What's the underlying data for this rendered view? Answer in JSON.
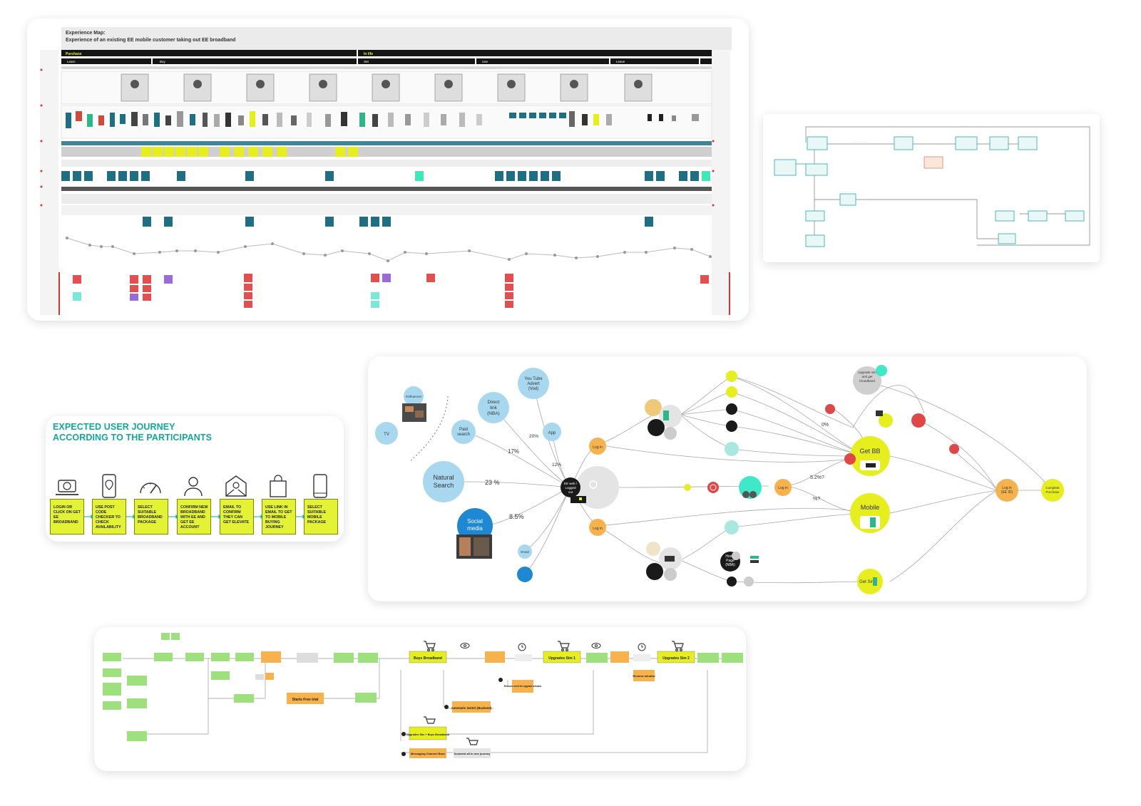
{
  "experience_map": {
    "title": "Experience Map:",
    "subtitle": "Experience of an existing EE mobile customer taking out EE broadband",
    "stage_purchase": "Purchase",
    "stage_in_life": "In life",
    "phases": [
      "Learn",
      "Buy",
      "Set",
      "Use",
      "Leave"
    ]
  },
  "journey_card": {
    "title_line1": "EXPECTED USER JOURNEY",
    "title_line2": "ACCORDING TO THE PARTICIPANTS",
    "steps": [
      {
        "label": "LOGIN OR CLICK ON GET EE BROADBAND",
        "icon": "laptop-icon"
      },
      {
        "label": "USE POST CODE CHECKER TO CHECK AVAILABILITY",
        "icon": "location-phone-icon"
      },
      {
        "label": "SELECT SUITABLE BROADBAND PACKAGE",
        "icon": "speedometer-icon"
      },
      {
        "label": "CONFIRM NEW BROADBAND WITH EE AND GET EE ACCOUNT",
        "icon": "user-icon"
      },
      {
        "label": "EMAIL TO CONFIRM THEY CAN GET ELEVATE",
        "icon": "email-icon"
      },
      {
        "label": "USE LINK IN EMAIL TO GET TO MOBILE BUYING JOURNEY",
        "icon": "shopping-bag-icon"
      },
      {
        "label": "SELECT SUITABLE MOBILE PACKAGE",
        "icon": "mobile-icon"
      }
    ]
  },
  "bubble_map": {
    "nodes": {
      "tv": "TV",
      "paid_search": "Paid search",
      "direct_link": "Direct link (NBA)",
      "youtube_advert": "You Tube Advert (Vod)",
      "app": "App",
      "natural_search": "Natural Search",
      "social_media": "Social media",
      "email": "Email",
      "ee_web": "EE web / Logged out",
      "log_in": "Log in",
      "get_bb": "Get BB",
      "mobile": "Mobile",
      "get_sim": "Get Sim",
      "log_in_ee_id": "Log in (EE ID)",
      "complete_purchase": "Complete Purchase",
      "home_page": "Home Page (NBA)",
      "upgrade": "Upgrade sim and get broadband",
      "influencer": "#Influencer"
    },
    "percentages": {
      "p17": "17%",
      "p20": "20%",
      "p12": "12%",
      "p23": "23 %",
      "p85": "8.5%",
      "p0": "0%",
      "p52": "5.2%?",
      "pq": "%?"
    },
    "colors": {
      "channel": "#a8d8f0",
      "social": "#1e88d2",
      "login": "#f6b24d",
      "outcome": "#e6ee1e",
      "negative": "#e04848"
    }
  },
  "flow_card": {
    "nodes": {
      "buys_broadband": "Buys Broadband",
      "upgrades_sim1": "Upgrades Sim 1",
      "upgrades_sim2": "Upgrades Sim 2",
      "starts_free_trial": "Starts Free trial",
      "automatic_switch": "Automatic Switch (Backend)",
      "upgrades_sim_buys_bb": "Upgrades Sim + Buys Broadband",
      "messaging_channel": "Messaging Channel Base",
      "assisted_journey": "Assisted all in one journey",
      "remove_window": "Remove window",
      "remove_need": "Remove need for upgrade window"
    },
    "colors": {
      "green": "#9ee07e",
      "yellow": "#e6ee1e",
      "orange": "#f6b24d"
    }
  }
}
